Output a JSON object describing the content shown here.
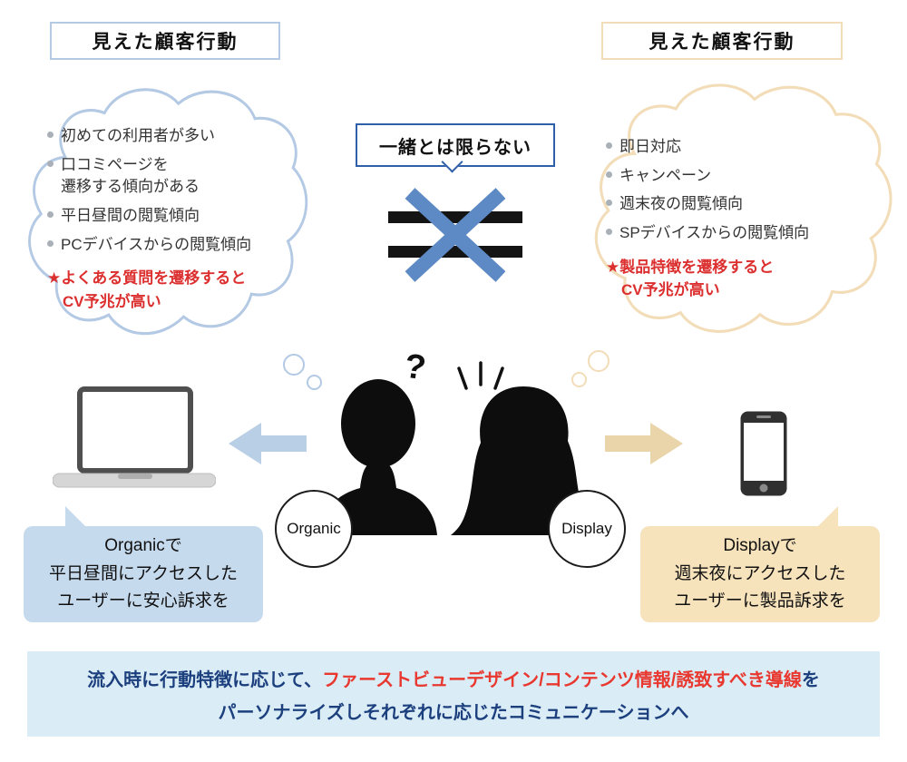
{
  "colors": {
    "blue_border": "#2f5fa8",
    "blue_light": "#b3c9e4",
    "blue_fill": "#c6daee",
    "blue_x": "#5d8ac4",
    "tan_light": "#f2ddb8",
    "tan_fill": "#f6e2bb",
    "red": "#dc2f2f",
    "banner_bg": "#daecf6",
    "navy": "#1c3f7e"
  },
  "icons": {
    "left_device": "laptop-icon",
    "right_device": "smartphone-icon",
    "center_mark": "not-equal-icon",
    "left_arrow": "arrow-left-icon",
    "right_arrow": "arrow-right-icon",
    "man": "man-silhouette-icon",
    "woman": "woman-silhouette-icon",
    "emphasis": "exclamation-marks-icon"
  },
  "left": {
    "title": "見えた顧客行動",
    "items": [
      "初めての利用者が多い",
      "口コミページを\n遷移する傾向がある",
      "平日昼間の閲覧傾向",
      "PCデバイスからの閲覧傾向"
    ],
    "highlight": "★よくある質問を遷移すると\n　CV予兆が高い",
    "channel_label": "Organic",
    "speech": "Organicで\n平日昼間にアクセスした\nユーザーに安心訴求を"
  },
  "right": {
    "title": "見えた顧客行動",
    "items": [
      "即日対応",
      "キャンペーン",
      "週末夜の閲覧傾向",
      "SPデバイスからの閲覧傾向"
    ],
    "highlight": "★製品特徴を遷移すると\n　CV予兆が高い",
    "channel_label": "Display",
    "speech": "Displayで\n週末夜にアクセスした\nユーザーに製品訴求を"
  },
  "center": {
    "note": "一緒とは限らない",
    "question_mark": "?"
  },
  "banner": {
    "line1_pre": "流入時に行動特徴に応じて、",
    "line1_highlight": "ファーストビューデザイン/コンテンツ情報/誘致すべき導線",
    "line1_post": "を",
    "line2": "パーソナライズしそれぞれに応じたコミュニケーションへ"
  }
}
